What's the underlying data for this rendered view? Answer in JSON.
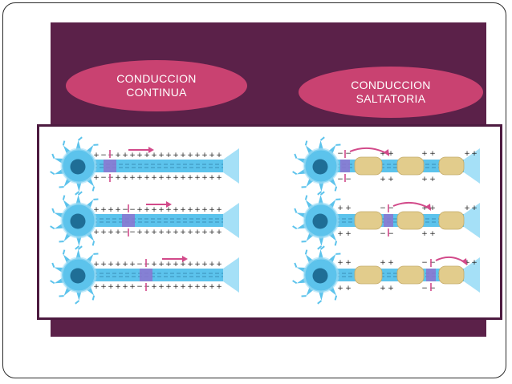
{
  "labels": {
    "continuous": "CONDUCCION\nCONTINUA",
    "saltatory": "CONDUCCION\nSALTATORIA"
  },
  "colors": {
    "slide_background": "#ffffff",
    "panel_purple": "#5b2149",
    "oval_pink": "#c94271",
    "figure_border": "#4d1b40",
    "axon_blue": "#5cc3ec",
    "axon_blue_light": "#a5e0f7",
    "nucleus": "#1f6e96",
    "myelin": "#e2cc8c",
    "depolarized_segment": "#8c74d0",
    "arrow_pink": "#d24a8a"
  },
  "diagram": {
    "panels": [
      {
        "id": "continuous",
        "myelinated": false,
        "rows": 3,
        "active_segment_steps": [
          0,
          1,
          2
        ]
      },
      {
        "id": "saltatory",
        "myelinated": true,
        "rows": 3,
        "active_segment_steps": [
          0,
          1,
          2
        ]
      }
    ]
  }
}
